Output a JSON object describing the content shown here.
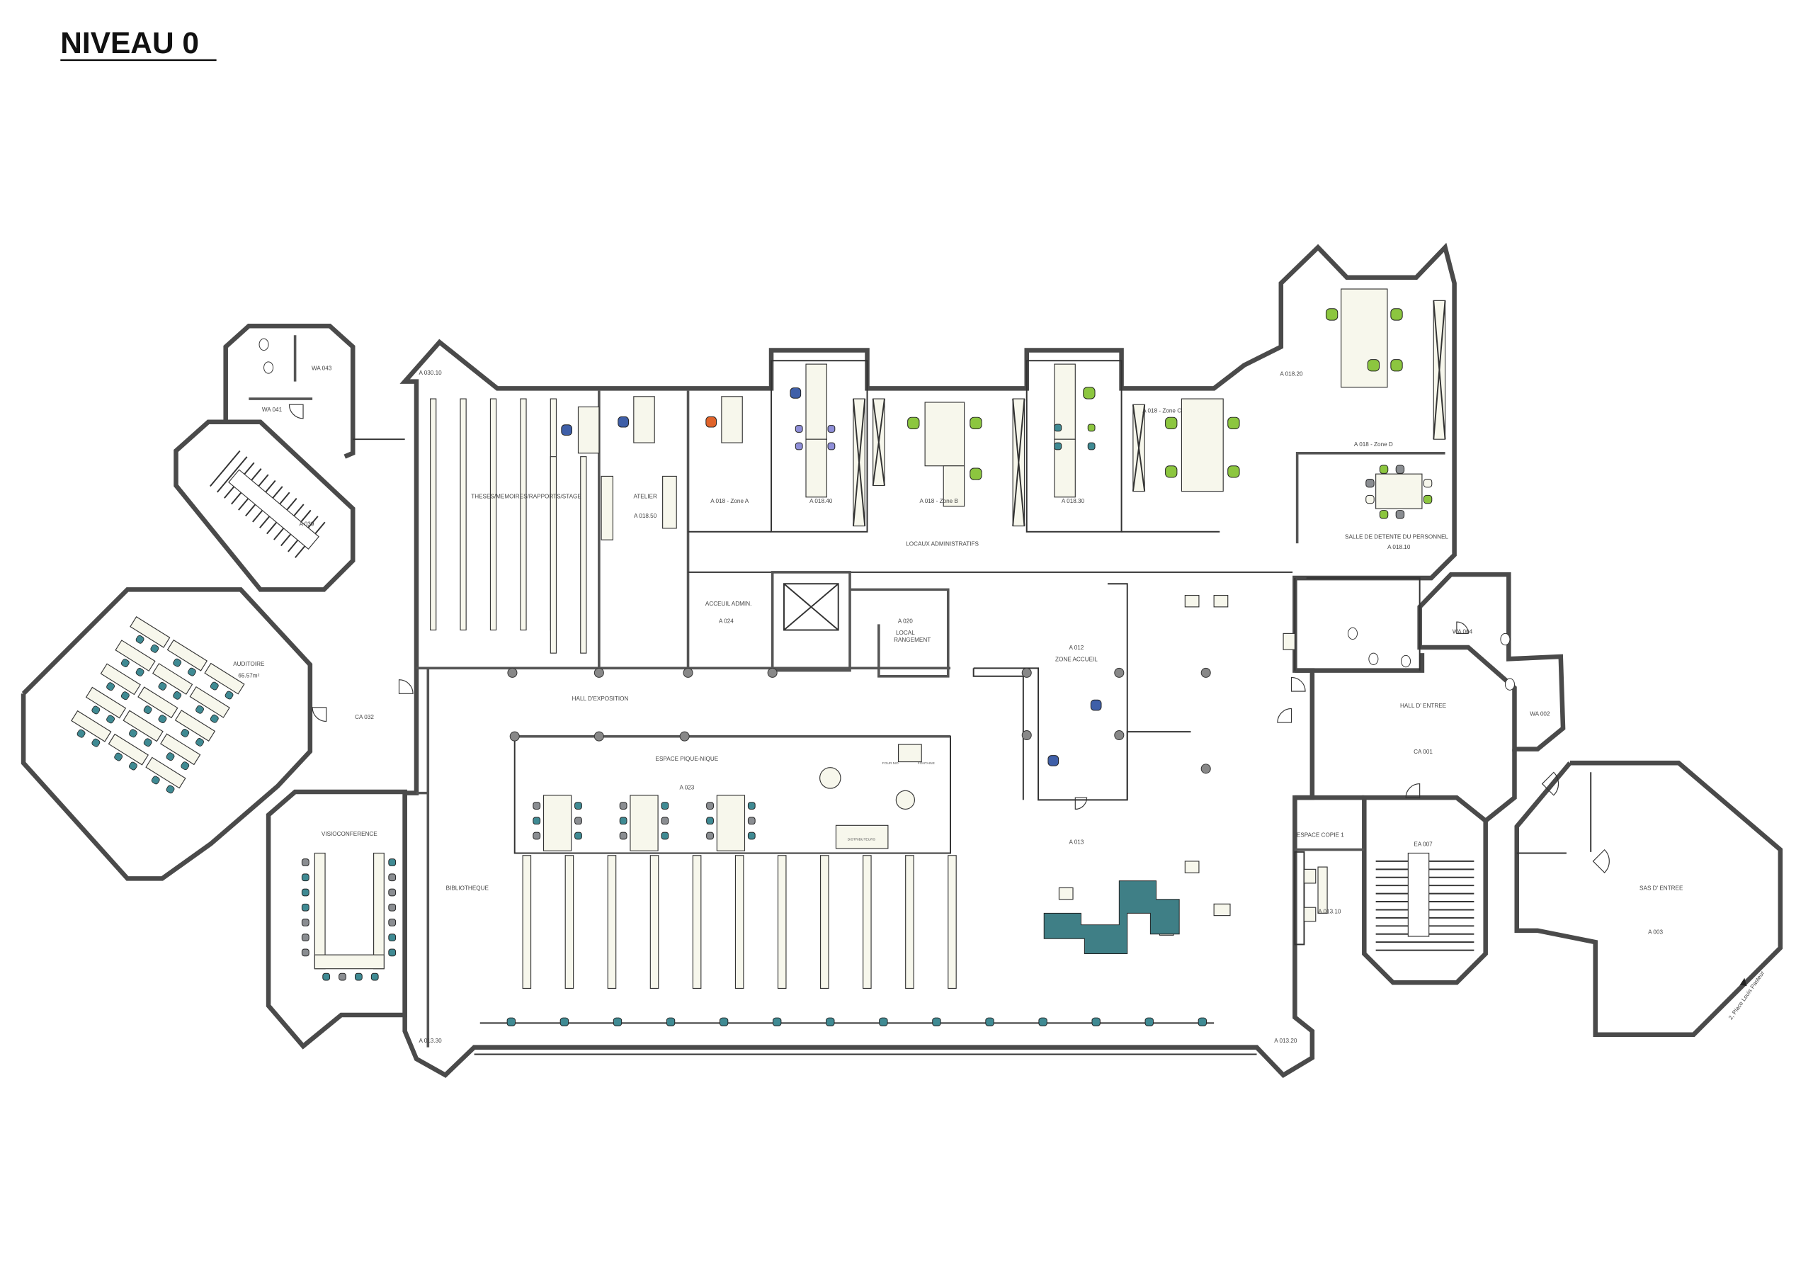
{
  "title": "NIVEAU 0",
  "colors": {
    "wall": "#4a4a4a",
    "chair_blue": "#3f5fa8",
    "chair_orange": "#e0632a",
    "chair_green": "#8cc63f",
    "chair_teal": "#3f8a93",
    "chair_gray": "#8a8d91",
    "chair_lavender": "#8f8fd8",
    "sofa_teal": "#3f7f86",
    "furniture": "#f7f7ec"
  },
  "rooms": {
    "a030_10": "A 030.10",
    "wa043": "WA 043",
    "wa041": "WA 041",
    "a039": "A 039",
    "theses": "THESES/MEMOIRES/RAPPORTS/STAGE",
    "atelier": "ATELIER",
    "a018_50": "A 018.50",
    "zone_a": "A 018 - Zone A",
    "a018_40": "A 018.40",
    "zone_b": "A 018 - Zone B",
    "a018_30": "A 018.30",
    "locaux_admin": "LOCAUX ADMINISTRATIFS",
    "zone_c": "A 018 - Zone C",
    "a018_20": "A 018.20",
    "zone_d": "A 018 - Zone D",
    "salle_detente": "SALLE DE DETENTE DU PERSONNEL",
    "a018_10": "A 018.10",
    "accueil_admin": "ACCEUIL ADMIN.",
    "a024": "A 024",
    "a020": "A 020",
    "local_rangement_1": "LOCAL",
    "local_rangement_2": "RANGEMENT",
    "a012": "A 012",
    "zone_accueil": "ZONE ACCUEIL",
    "auditoire": "AUDITOIRE",
    "auditoire_area": "65.57m²",
    "ca032": "CA 032",
    "hall_exposition": "HALL D'EXPOSITION",
    "espace_pique_nique": "ESPACE PIQUE-NIQUE",
    "a023": "A 023",
    "four_mo": "FOUR MO",
    "fontaine": "FONTAINE",
    "distributeurs": "DISTRIBUTEURS",
    "a013": "A 013",
    "visioconference": "VISIOCONFERENCE",
    "bibliotheque": "BIBLIOTHEQUE",
    "wa004": "WA 004",
    "wa002": "WA 002",
    "hall_entree": "HALL D' ENTREE",
    "ca001": "CA 001",
    "espace_copie": "ESPACE COPIE 1",
    "ea007": "EA 007",
    "a013_10": "A 013.10",
    "sas_entree": "SAS D' ENTREE",
    "a003": "A 003",
    "a013_30": "A 013.30",
    "a013_20": "A 013.20"
  },
  "street_address": "2, Place Louis Pasteur"
}
